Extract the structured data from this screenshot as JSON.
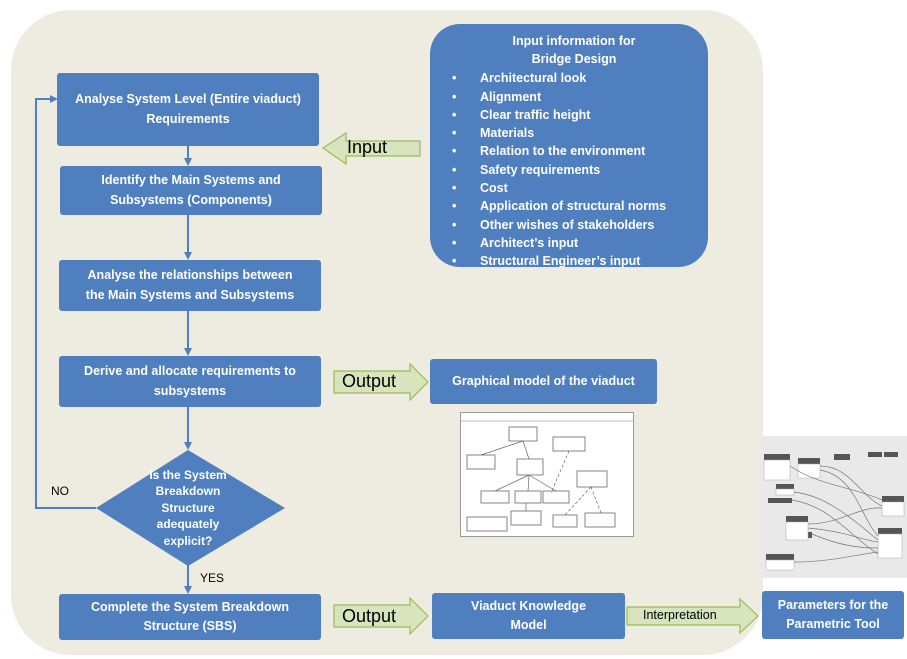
{
  "steps": {
    "analyse_system": "Analyse System Level (Entire viaduct)\nRequirements",
    "identify_main": "Identify the Main Systems and\nSubsystems (Components)",
    "analyse_relationships": "Analyse the relationships between\nthe Main Systems and Subsystems",
    "derive_allocate": "Derive and allocate requirements to\nsubsystems",
    "decision": "Is the System\nBreakdown\nStructure\nadequately\nexplicit?",
    "complete_sbs": "Complete the System Breakdown\nStructure (SBS)"
  },
  "decision_labels": {
    "no": "NO",
    "yes": "YES"
  },
  "input_info": {
    "title": "Input information for\nBridge Design",
    "items": [
      "Architectural look",
      "Alignment",
      "Clear traffic height",
      "Materials",
      "Relation to the environment",
      "Safety requirements",
      "Cost",
      "Application of structural norms",
      "Other wishes of stakeholders",
      "Architect’s input",
      "Structural Engineer’s input"
    ]
  },
  "arrows": {
    "input": "Input",
    "output1": "Output",
    "output2": "Output",
    "interpretation": "Interpretation"
  },
  "outputs": {
    "graphical_model": "Graphical model of the viaduct",
    "knowledge_model": "Viaduct Knowledge\nModel",
    "parameters": "Parameters for the\nParametric Tool"
  },
  "colors": {
    "box_fill": "#4f7fbf",
    "panel_fill": "#eeece1",
    "arrow_fill": "#d7e4bd",
    "arrow_stroke": "#9bbb59",
    "connector": "#4f7fbf"
  }
}
